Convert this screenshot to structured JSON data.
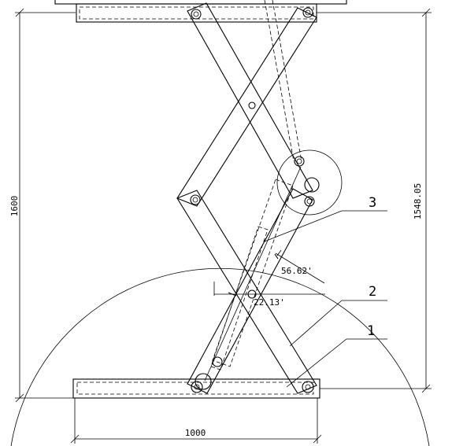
{
  "dimensions": {
    "total_height": "1600",
    "stroke_height": "1548.05",
    "base_width": "1000",
    "angle_upper": "56.62'",
    "angle_lower": "22.13'"
  },
  "callouts": {
    "label_1": "1",
    "label_2": "2",
    "label_3": "3"
  }
}
